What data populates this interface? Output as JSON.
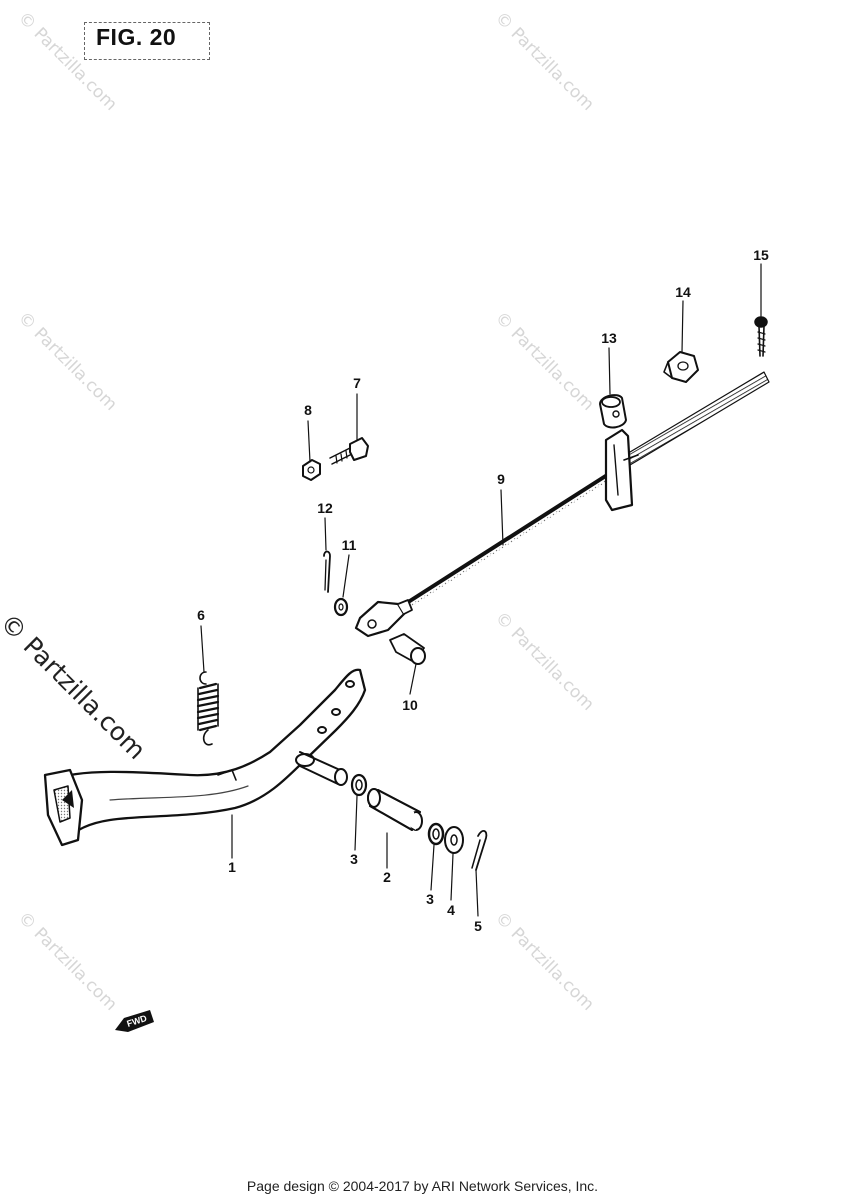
{
  "figure": {
    "title": "FIG. 20"
  },
  "watermarks": {
    "small_text": "© Partzilla.com",
    "large_text": "© Partzilla.com"
  },
  "callouts": [
    {
      "label": "1"
    },
    {
      "label": "2"
    },
    {
      "label": "3"
    },
    {
      "label": "3"
    },
    {
      "label": "4"
    },
    {
      "label": "5"
    },
    {
      "label": "6"
    },
    {
      "label": "7"
    },
    {
      "label": "8"
    },
    {
      "label": "9"
    },
    {
      "label": "10"
    },
    {
      "label": "11"
    },
    {
      "label": "12"
    },
    {
      "label": "13"
    },
    {
      "label": "14"
    },
    {
      "label": "15"
    }
  ],
  "fwd_marker": {
    "label": "FWD"
  },
  "footer": {
    "text": "Page design © 2004-2017 by ARI Network Services, Inc."
  }
}
